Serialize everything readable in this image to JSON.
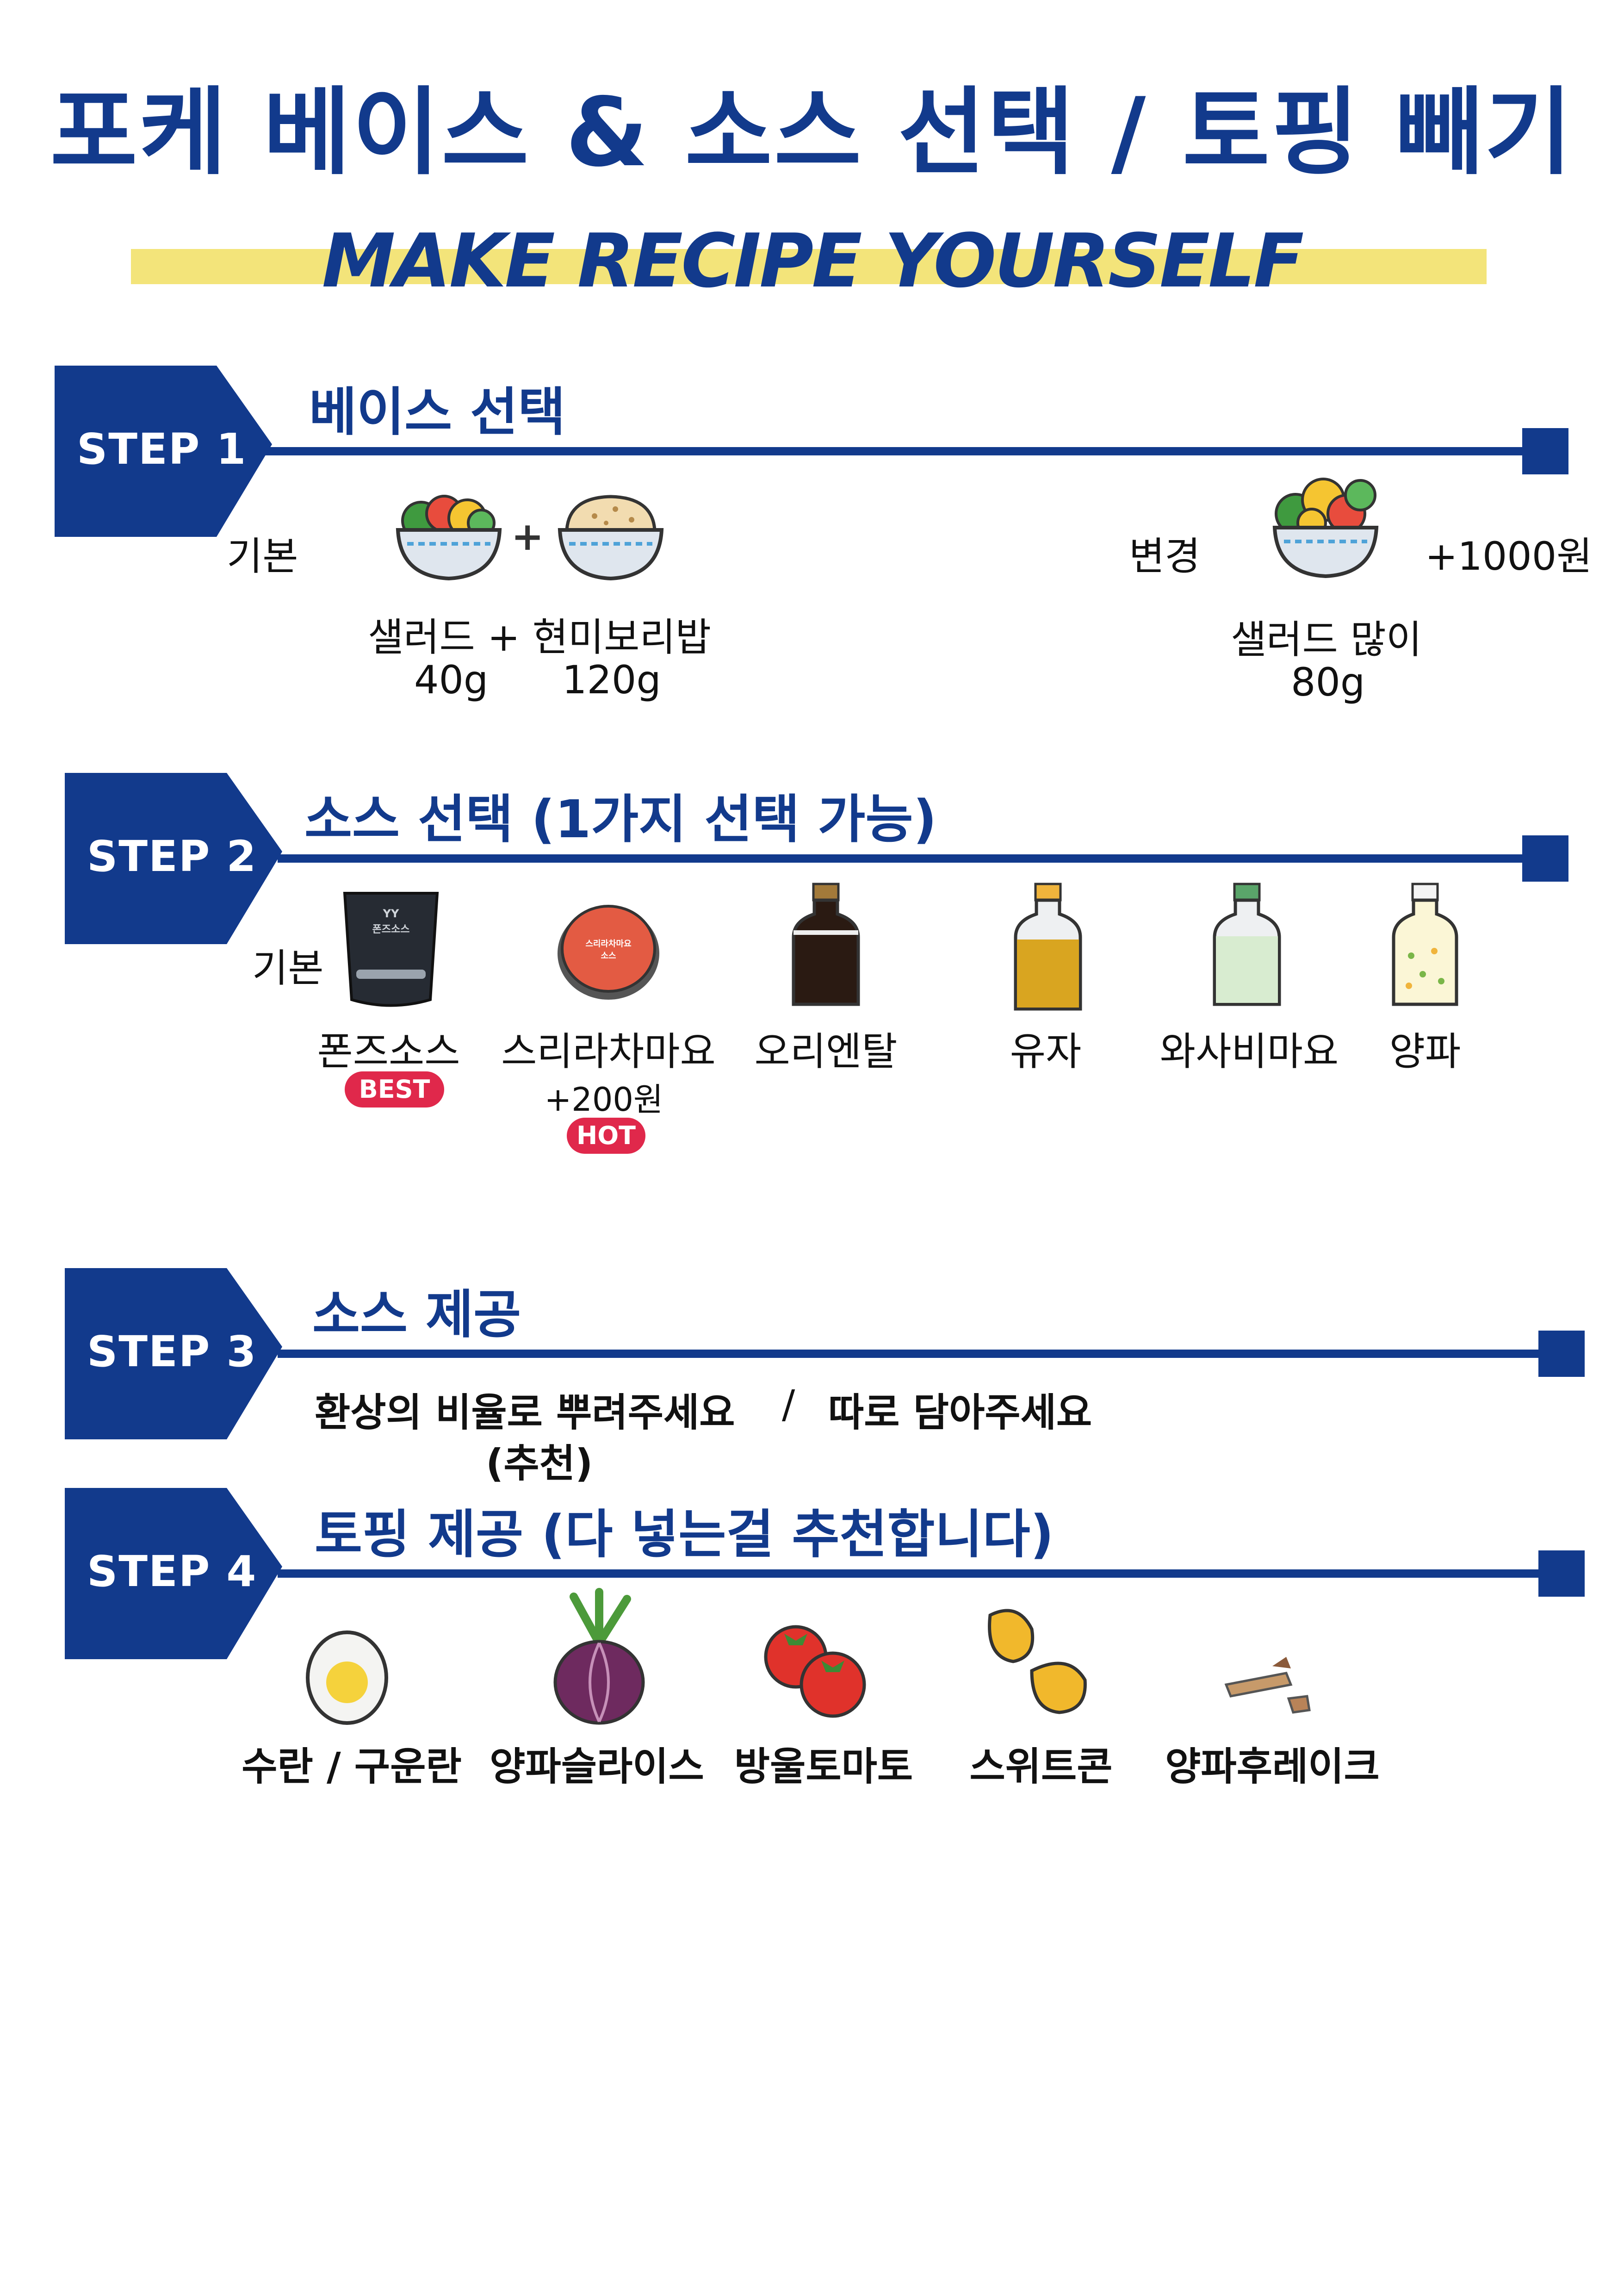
{
  "header": {
    "title": "포케 베이스 & 소스 선택 / 토핑 빼기",
    "subtitle": "MAKE RECIPE YOURSELF"
  },
  "steps": [
    {
      "badge": "STEP 1",
      "title": "베이스 선택",
      "default_label": "기본",
      "change_label": "변경",
      "default_items": "샐러드 + 현미보리밥",
      "default_weight_1": "40g",
      "default_weight_2": "120g",
      "change_item": "샐러드 많이",
      "change_weight": "80g",
      "change_price": "+1000원"
    },
    {
      "badge": "STEP 2",
      "title": "소스 선택 (1가지 선택 가능)",
      "default_label": "기본",
      "sauces": [
        {
          "name": "폰즈소스",
          "badge": "BEST",
          "pack_text_1": "YY",
          "pack_text_2": "폰즈소스"
        },
        {
          "name": "스리라차마요",
          "price": "+200원",
          "badge": "HOT",
          "cup_text_1": "스리라차마요",
          "cup_text_2": "소스"
        },
        {
          "name": "오리엔탈"
        },
        {
          "name": "유자"
        },
        {
          "name": "와사비마요"
        },
        {
          "name": "양파"
        }
      ]
    },
    {
      "badge": "STEP 3",
      "title": "소스 제공",
      "option_1": "환상의 비율로 뿌려주세요",
      "separator": "/",
      "option_2": "따로 담아주세요",
      "recommend": "(추천)"
    },
    {
      "badge": "STEP 4",
      "title": "토핑 제공 (다 넣는걸 추천합니다)",
      "toppings": [
        "수란 / 구운란",
        "양파슬라이스",
        "방울토마토",
        "스위트콘",
        "양파후레이크"
      ]
    }
  ],
  "colors": {
    "brand_navy": "#123a8c",
    "banner_yellow": "#f3e47a",
    "badge_red": "#e0284b",
    "bowl_blue": "#4fa3d8"
  },
  "icons": [
    "salad-bowl-icon",
    "rice-bowl-icon",
    "sauce-pack-icon",
    "sauce-cup-icon",
    "bottle-icon",
    "egg-icon",
    "onion-icon",
    "tomato-icon",
    "corn-icon",
    "onion-flake-icon"
  ]
}
